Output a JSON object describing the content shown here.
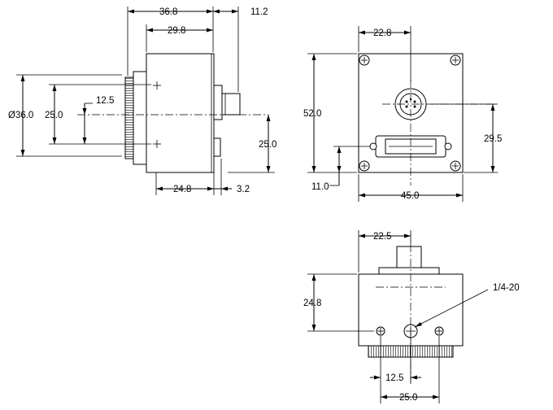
{
  "side_view": {
    "overall_length": "36.8",
    "connector_length": "11.2",
    "body_length": "29.8",
    "diameter": "Ø36.0",
    "mount_hole_span": "25.0",
    "mount_hole_offset": "12.5",
    "lower_connector_height": "25.0",
    "rear_to_connector": "24.8",
    "connector_depth": "3.2"
  },
  "rear_view": {
    "connector_center_x": "22.8",
    "height": "52.0",
    "connector_center_y": "29.5",
    "lower_connector_y": "11.0",
    "width": "45.0"
  },
  "bottom_view": {
    "connector_center_x": "22.5",
    "tripod_height": "24.8",
    "tripod_thread": "1/4-20",
    "hole_offset": "12.5",
    "hole_span": "25.0"
  }
}
